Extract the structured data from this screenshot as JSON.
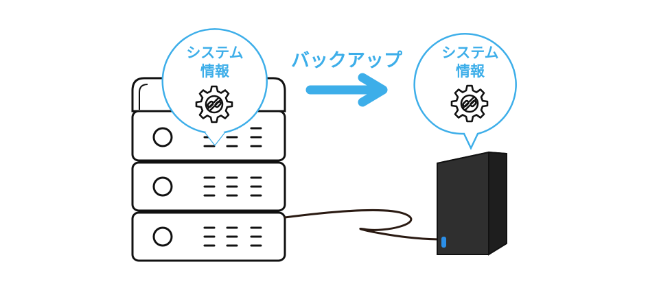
{
  "colors": {
    "accent": "#3daee9",
    "outline": "#111111",
    "hdd_body": "#2f2f2f",
    "hdd_side": "#1e1e1e",
    "hdd_led": "#2b8fe8",
    "cable": "#2a1a12"
  },
  "source": {
    "bubble": {
      "line1": "システム",
      "line2": "情報",
      "icon": "gear-icon"
    }
  },
  "arrow": {
    "label": "バックアップ"
  },
  "destination": {
    "bubble": {
      "line1": "システム",
      "line2": "情報",
      "icon": "gear-icon"
    }
  }
}
